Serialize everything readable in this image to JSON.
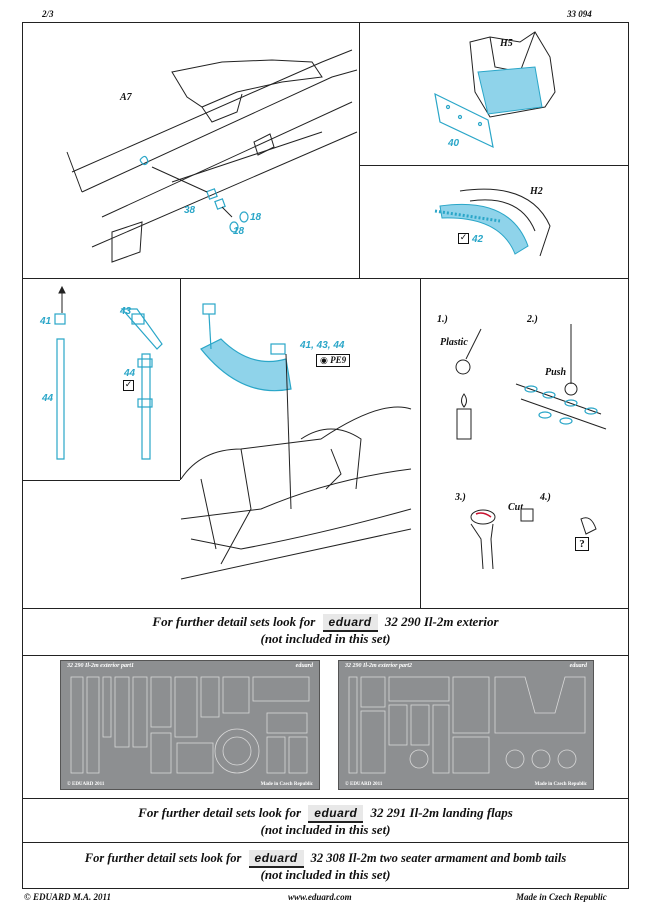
{
  "header": {
    "page": "2/3",
    "set_number": "33 094"
  },
  "panels": {
    "a7": {
      "part_label": "A7",
      "callouts": [
        "38",
        "18",
        "18"
      ]
    },
    "h5": {
      "part_label": "H5",
      "callouts": [
        "40"
      ]
    },
    "h2": {
      "part_label": "H2",
      "callouts": [
        "42"
      ]
    },
    "belts": {
      "callouts": [
        "41",
        "44",
        "43",
        "44"
      ],
      "assembly_label": "41, 43, 44",
      "pe_code": "PE9"
    },
    "technique": {
      "step1": "1.)",
      "step1_label": "Plastic",
      "step2": "2.)",
      "step2_label": "Push",
      "step3": "3.)",
      "step3_label": "Cut",
      "step4": "4.)",
      "step4_mark": "?"
    }
  },
  "brand": "eduard",
  "ads": [
    {
      "prefix": "For further detail sets look for",
      "text": "32 290 Il-2m exterior",
      "note": "(not included in this set)"
    },
    {
      "prefix": "For further detail sets look for",
      "text": "32 291 Il-2m landing flaps",
      "note": "(not included in this set)"
    },
    {
      "prefix": "For further detail sets look for",
      "text": "32 308 Il-2m two seater armament and bomb tails",
      "note": "(not included in this set)"
    }
  ],
  "frets": [
    {
      "title": "32 290   Il-2m exterior   part1",
      "brand": "eduard",
      "foot_left": "© EDUARD 2011",
      "foot_right": "Made in Czech Republic"
    },
    {
      "title": "32 290   Il-2m exterior   part2",
      "brand": "eduard",
      "foot_left": "© EDUARD 2011",
      "foot_right": "Made in Czech Republic"
    }
  ],
  "footer": {
    "copyright": "© EDUARD  M.A. 2011",
    "url": "www.eduard.com",
    "made_in": "Made in Czech Republic"
  },
  "colors": {
    "part_blue": "#2aa6c8",
    "fill_blue": "#8fd3ea",
    "fret_gray": "#8d8f91"
  }
}
